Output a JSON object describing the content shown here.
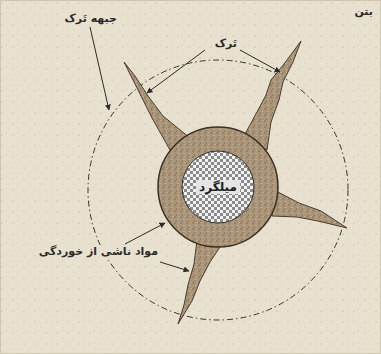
{
  "diagram": {
    "nodes": [
      {
        "text": [
          "میلگرد"
        ]
      }
    ],
    "labels": [
      "بتن",
      "جبهه تَرک",
      "تَرک",
      "مواد ناشی از خوردگی"
    ]
  }
}
